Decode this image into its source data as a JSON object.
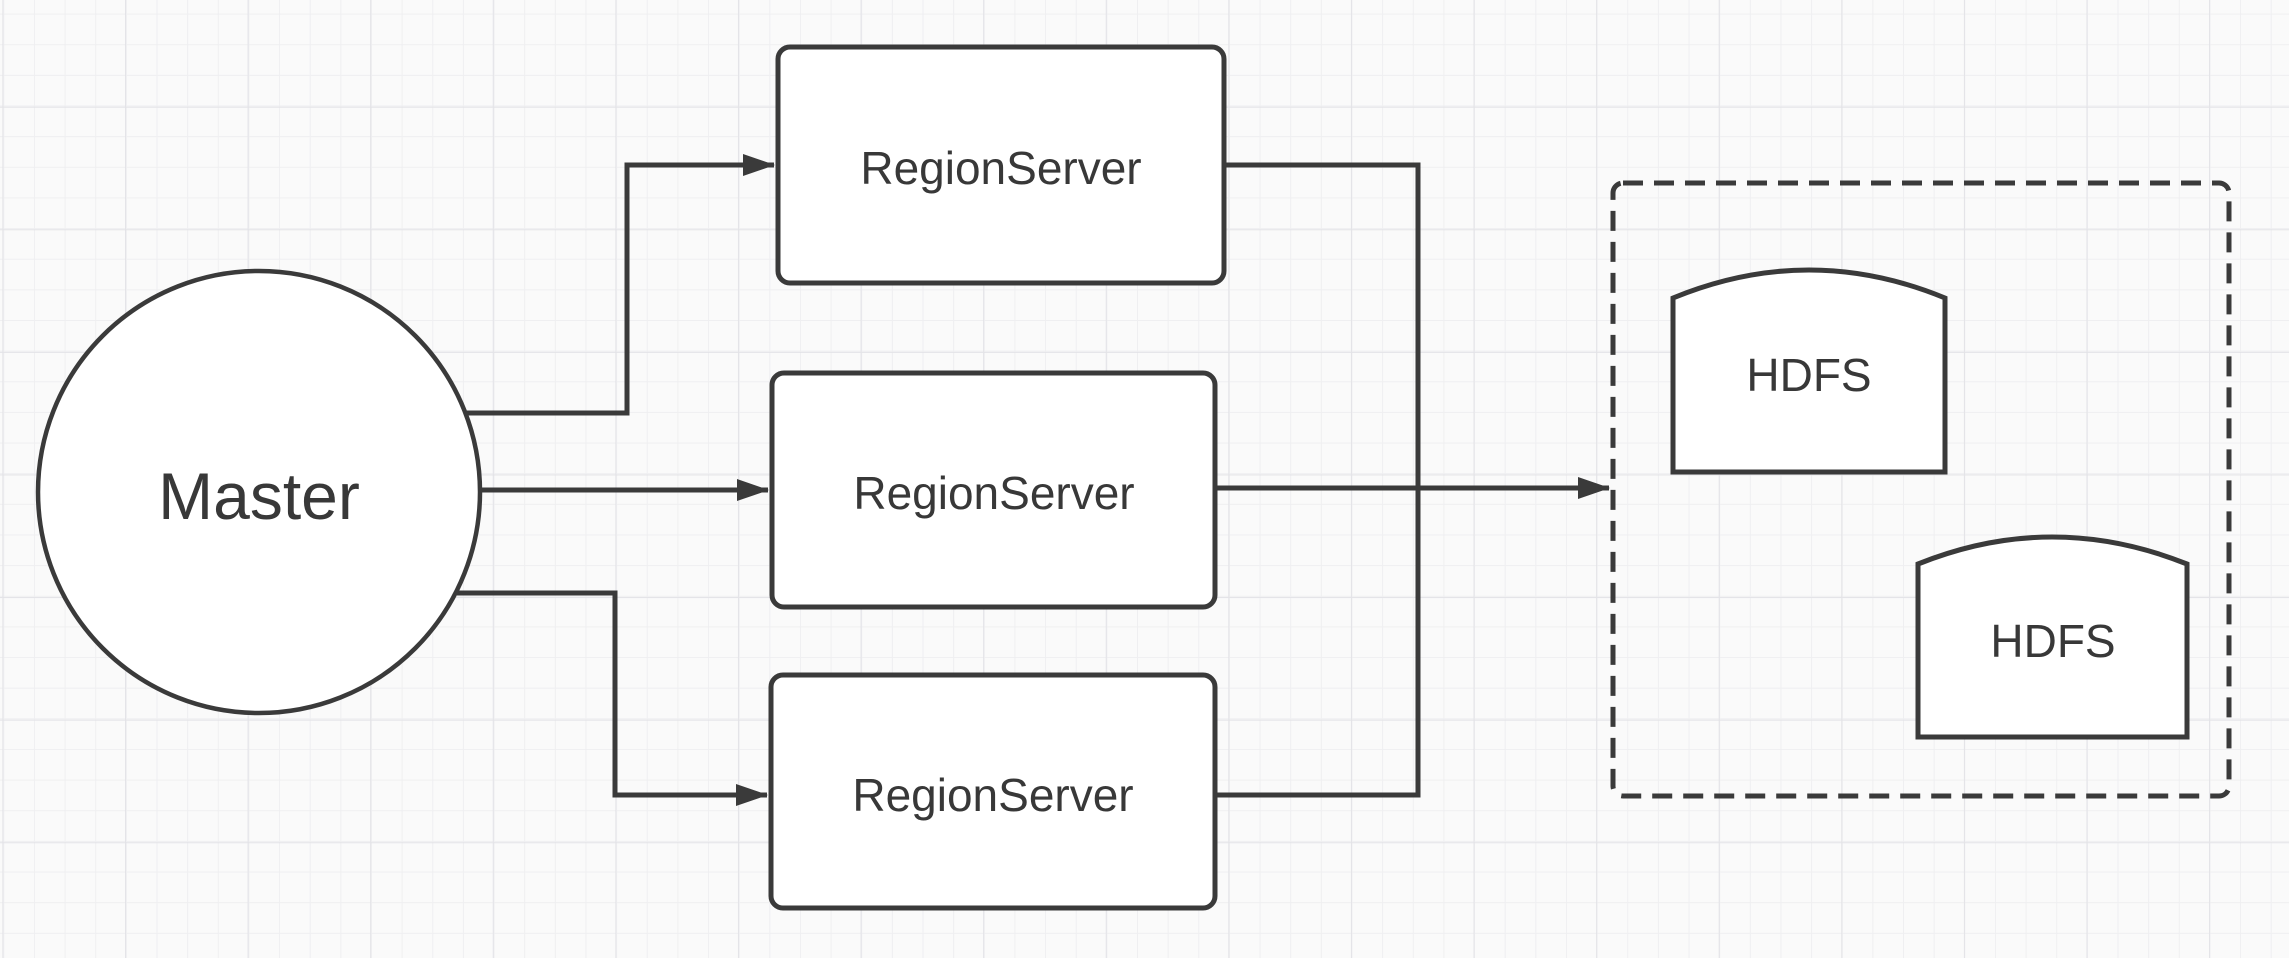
{
  "canvas": {
    "background": "#fafafa",
    "grid_minor_color": "#efeff1",
    "grid_major_color": "#e3e3e7",
    "stroke_color": "#3a3a3a",
    "text_color": "#383838",
    "node_fill": "#ffffff"
  },
  "diagram": {
    "title": "HBase architecture diagram",
    "nodes": {
      "master": {
        "label": "Master",
        "shape": "circle"
      },
      "regionserver1": {
        "label": "RegionServer",
        "shape": "rounded-rectangle"
      },
      "regionserver2": {
        "label": "RegionServer",
        "shape": "rounded-rectangle"
      },
      "regionserver3": {
        "label": "RegionServer",
        "shape": "rounded-rectangle"
      },
      "hdfs_group": {
        "label": "",
        "shape": "dashed-rectangle"
      },
      "hdfs1": {
        "label": "HDFS",
        "shape": "arched-rectangle"
      },
      "hdfs2": {
        "label": "HDFS",
        "shape": "arched-rectangle"
      }
    },
    "edges": [
      {
        "from": "master",
        "to": "regionserver1",
        "arrow": true
      },
      {
        "from": "master",
        "to": "regionserver2",
        "arrow": true
      },
      {
        "from": "master",
        "to": "regionserver3",
        "arrow": true
      },
      {
        "from": "regionserver1",
        "to": "trunk",
        "arrow": false
      },
      {
        "from": "regionserver3",
        "to": "trunk",
        "arrow": false
      },
      {
        "from": "regionserver2",
        "to": "hdfs_group",
        "arrow": true
      }
    ]
  }
}
